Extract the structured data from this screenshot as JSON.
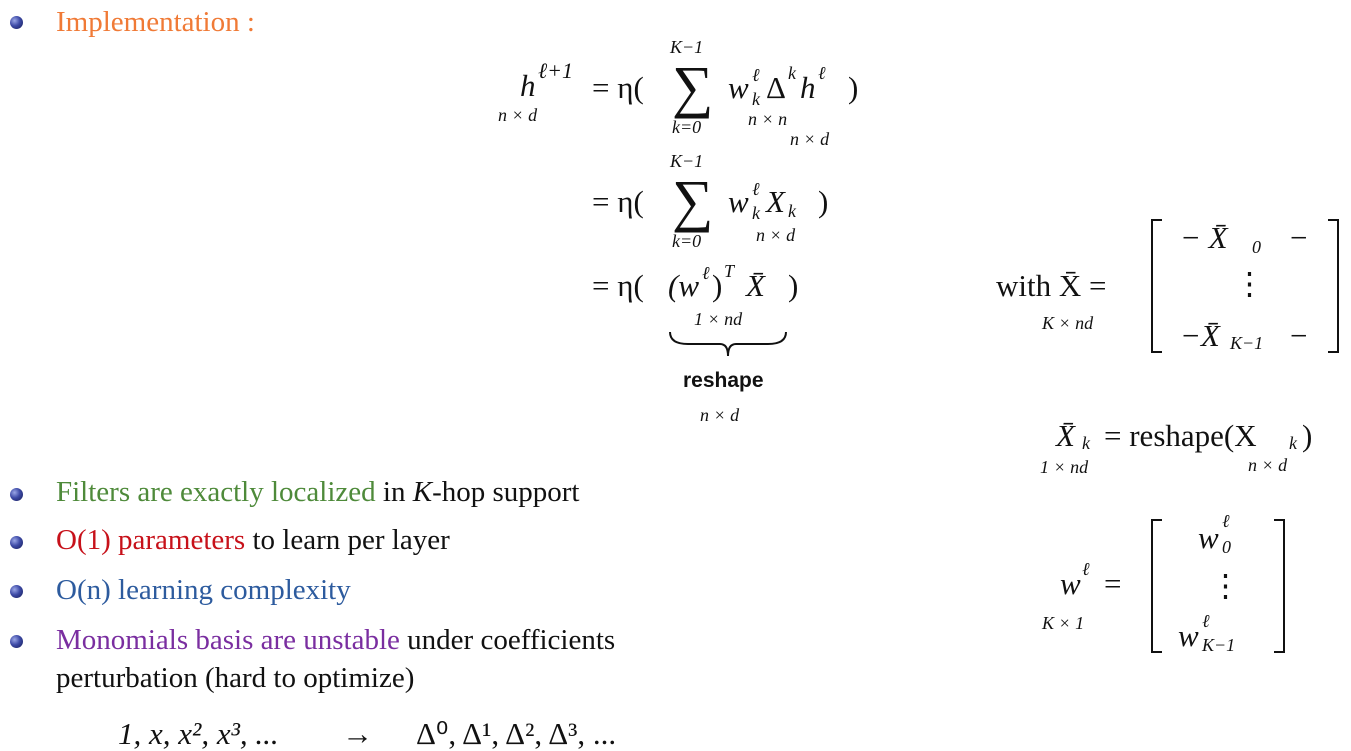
{
  "heading": "Implementation :",
  "eq": {
    "lhs": "h",
    "lhs_sup": "ℓ+1",
    "lhs_dim": "n × d",
    "row1": {
      "eq_eta": "= η(",
      "sum_top": "K−1",
      "sum_bot": "k=0",
      "sigma": "∑",
      "term": "w",
      "term_sup": "ℓ",
      "term_sub": "k",
      "delta": "Δ",
      "delta_sup": "k",
      "h": "h",
      "h_sup": "ℓ",
      "close": ")",
      "dim1": "n × n",
      "dim2": "n × d"
    },
    "row2": {
      "eq_eta": "= η(",
      "sum_top": "K−1",
      "sum_bot": "k=0",
      "sigma": "∑",
      "term": "w",
      "term_sup": "ℓ",
      "term_sub": "k",
      "X": "X",
      "X_sub": "k",
      "close": ")",
      "dim": "n × d"
    },
    "row3": {
      "eq_eta": "= η(",
      "term": "(w",
      "term_sup": "ℓ",
      "term_close": ")",
      "T": "T",
      "Xbar": "X̄",
      "close": ")",
      "dim": "1 × nd",
      "reshape": "reshape",
      "reshape_dim": "n × d"
    }
  },
  "side": {
    "with_label": "with X̄ =",
    "with_dim": "K × nd",
    "mat_row1": "−   X̄",
    "mat_row1_sub": "0",
    "mat_row1_end": "−",
    "mat_dots": "⋮",
    "mat_row3": "−X̄",
    "mat_row3_sub": "K−1",
    "mat_row3_end": "−",
    "xk_lhs": "X̄",
    "xk_sub": "k",
    "xk_rhs": "= reshape(X",
    "xk_rhs_sub": "k",
    "xk_rhs_close": ")",
    "xk_dim1": "1 × nd",
    "xk_dim2": "n × d",
    "w_lhs": "w",
    "w_sup": "ℓ",
    "w_eq": "=",
    "w_dim": "K × 1",
    "w_row1": "w",
    "w_row1_sup": "ℓ",
    "w_row1_sub": "0",
    "w_dots": "⋮",
    "w_row3": "w",
    "w_row3_sup": "ℓ",
    "w_row3_sub": "K−1"
  },
  "bullets": [
    {
      "colored": "Filters are exactly localized",
      "rest_a": " in ",
      "rest_i": "K",
      "rest_b": "-hop support"
    },
    {
      "colored": "O(1) parameters",
      "rest": " to learn per layer"
    },
    {
      "colored": "O(n) learning complexity"
    },
    {
      "colored": "Monomials basis are unstable",
      "rest": " under coefficients",
      "line2": "perturbation (hard to optimize)"
    }
  ],
  "series": {
    "left": "1, x, x², x³, ...",
    "arrow": "→",
    "right": "Δ⁰, Δ¹, Δ², Δ³, ..."
  },
  "colors": {
    "orange": "#f07a36",
    "green": "#4e8a3a",
    "red": "#c7111a",
    "blue": "#2d5b9e",
    "purple": "#7a2ea0",
    "bullet": "#2a3590"
  }
}
